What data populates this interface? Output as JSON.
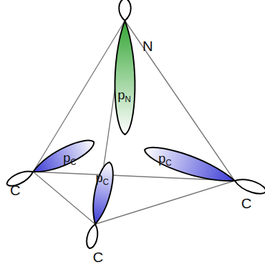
{
  "diagram": {
    "labels": [
      "N",
      "pN",
      "pC",
      "pC",
      "pC",
      "C",
      "C",
      "C"
    ]
  }
}
